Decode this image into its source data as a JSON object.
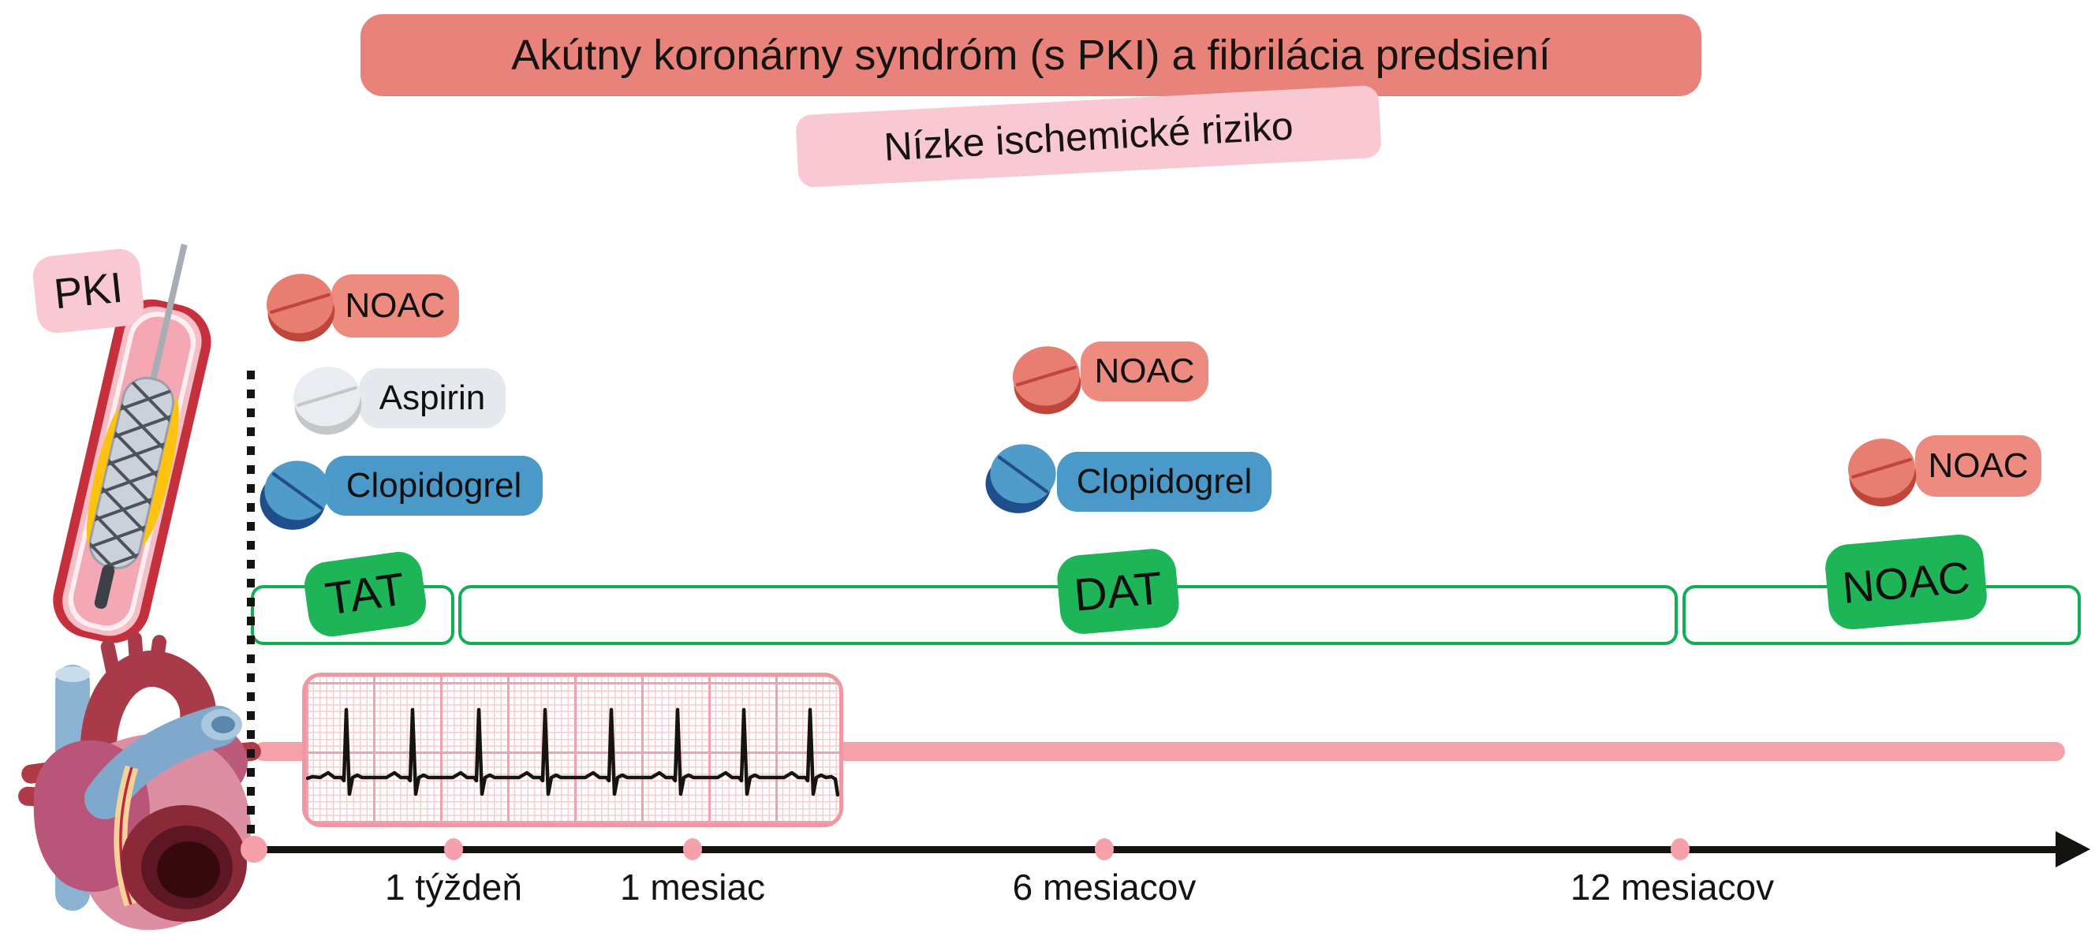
{
  "header": {
    "title": "Akútny koronárny syndróm (s PKI) a fibrilácia predsiení",
    "subtitle": "Nízke ischemické riziko"
  },
  "pci_label": "PKI",
  "medications": {
    "initial": [
      {
        "name": "NOAC",
        "pill_color": "#e87d72"
      },
      {
        "name": "Aspirin",
        "pill_color": "#e9edf1"
      },
      {
        "name": "Clopidogrel",
        "pill_color": "#4f9ccb"
      }
    ],
    "dat_phase": [
      {
        "name": "NOAC",
        "pill_color": "#e87d72"
      },
      {
        "name": "Clopidogrel",
        "pill_color": "#4f9ccb"
      }
    ],
    "maintenance": [
      {
        "name": "NOAC",
        "pill_color": "#e87d72"
      }
    ]
  },
  "phases": [
    {
      "label": "TAT"
    },
    {
      "label": "DAT"
    },
    {
      "label": "NOAC"
    }
  ],
  "timeline": {
    "ticks": [
      {
        "label": "1 týždeň"
      },
      {
        "label": "1 mesiac"
      },
      {
        "label": "6 mesiacov"
      },
      {
        "label": "12 mesiacov"
      }
    ]
  },
  "icons": {
    "pill": "tablet-pill-icon",
    "stent": "pci-stent-in-artery-illustration",
    "heart": "anatomical-heart-illustration",
    "ecg": "ecg-rhythm-strip",
    "arrow": "timeline-arrowhead"
  },
  "colors": {
    "salmon_banner": "#e8837b",
    "pink_banner": "#f8c9d3",
    "chip_salmon": "#ee8b80",
    "chip_gray": "#e5e9ee",
    "chip_blue": "#4b99c9",
    "green_chip": "#1db558",
    "green_outline": "#12ae53",
    "pink_band": "#f5a2ac",
    "ecg_border": "#ef98a3",
    "grid_major": "#f2a2ad",
    "grid_minor": "#f8ced5",
    "dot_pink": "#f5a0aa",
    "pill_red_main": "#e87d72",
    "pill_red_dark": "#c0453a",
    "pill_white_main": "#e9edf1",
    "pill_white_dark": "#c4c6c9",
    "pill_blue_main": "#4f9ccb",
    "pill_blue_dark": "#1f4e8c"
  }
}
